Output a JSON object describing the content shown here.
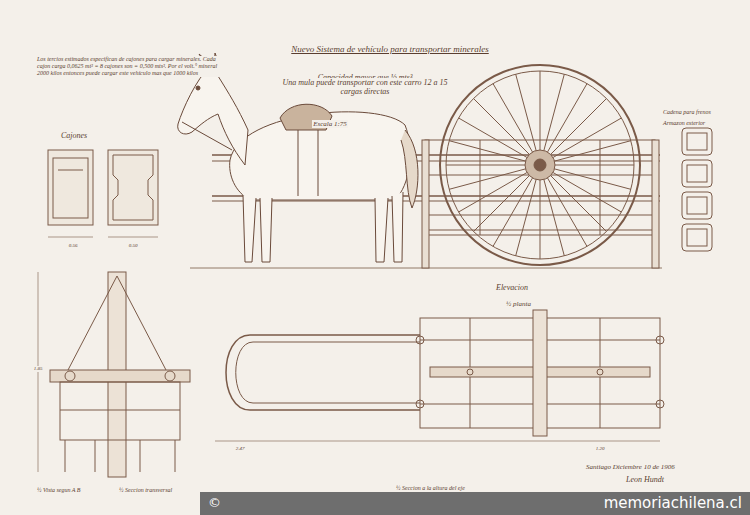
{
  "diagram": {
    "title": "Nuevo Sistema de vehículo para transportar minerales",
    "nodes": [
      {
        "text": [
          "©",
          "memoriachilena.cl"
        ]
      }
    ],
    "labels": [
      "Capacidad mayor que ½ mts³",
      "Una mula puede transportar con este carro 12 a 15 cargas directas",
      "Escala 1:75",
      "Los tercios estimados especifican de cajones para cargar minerales. Cada cajon carga 0,0625 mt³ = 8 cajones son = 0,500 mts³. Por el volt.° mineral 2000 kilos entonces puede cargar este vehículo mas que 1000 kilos",
      "Cajones",
      "Cadena para frenos",
      "Armazon exterior",
      "Elevacion",
      "½ planta",
      "½ Seccion a la altura del eje",
      "½ Vista segun A B",
      "½ Seccion transversal",
      "Santiago Diciembre 10 de 1906",
      "Leon Hundt",
      "0.56",
      "0.50",
      "2.47",
      "1.20",
      "1.85"
    ]
  }
}
